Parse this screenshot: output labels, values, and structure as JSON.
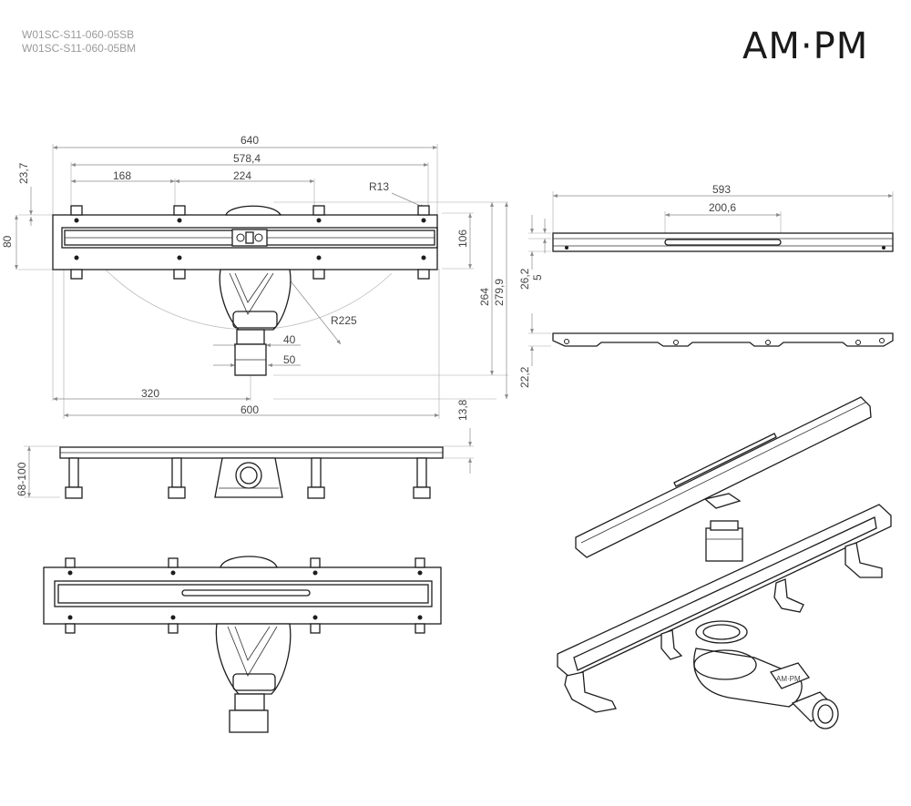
{
  "header": {
    "model_codes": [
      "W01SC-S11-060-05SB",
      "W01SC-S11-060-05BM"
    ],
    "logo_text": "AM·PM"
  },
  "top_view": {
    "dims": {
      "overall_width": "640",
      "grate_width": "578,4",
      "seg1": "168",
      "seg2": "224",
      "radius_small": "R13",
      "left_top": "23,7",
      "left_height": "80",
      "right_106": "106",
      "right_264": "264",
      "right_279": "279,9",
      "radius_large": "R225",
      "outlet_40": "40",
      "outlet_50": "50",
      "offset_320": "320",
      "width_600": "600"
    }
  },
  "side_view": {
    "dims": {
      "flange": "13,8",
      "height_range": "68-100"
    }
  },
  "grate_views": {
    "dims": {
      "length": "593",
      "slot": "200,6",
      "h1": "26,2",
      "h2": "5",
      "h3": "22,2"
    }
  },
  "iso_view": {
    "badge_text": "AM·PM"
  },
  "colors": {
    "line": "#1d1d1d",
    "dimension": "#8a8a8a",
    "code_text": "#9a9a9a"
  }
}
